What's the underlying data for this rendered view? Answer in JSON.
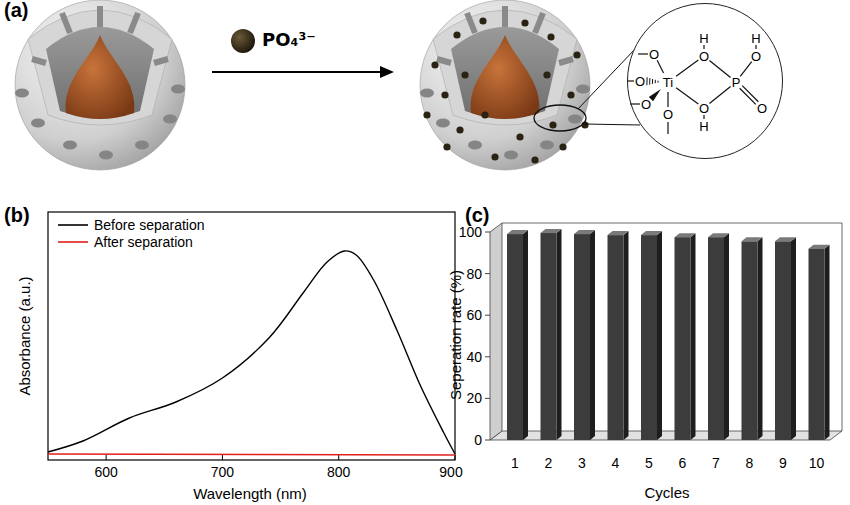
{
  "diagram": {
    "nodes": [
      {
        "text": [
          "H",
          "H",
          "O",
          "O",
          "O",
          "O",
          "Ti",
          "P",
          "O",
          "O",
          "O",
          "O",
          "H"
        ]
      }
    ],
    "labels": [
      "(a)",
      "PO₄³⁻",
      "(b)",
      "Absorbance (a.u.)",
      "600",
      "700",
      "800",
      "900",
      "Wavelength (nm)",
      "(c)",
      "Seperation rate (%)",
      "0",
      "20",
      "40",
      "60",
      "80",
      "100",
      "1",
      "2",
      "3",
      "4",
      "5",
      "6",
      "7",
      "8",
      "9",
      "10",
      "Cycles"
    ],
    "legend": [
      {
        "text": "Before separation"
      },
      {
        "text": "After separation"
      }
    ]
  }
}
